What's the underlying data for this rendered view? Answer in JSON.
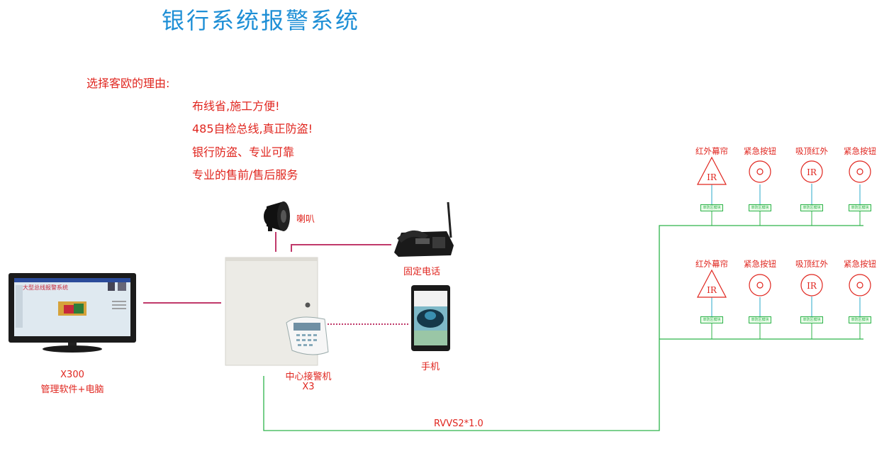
{
  "title": "银行系统报警系统",
  "reasons": {
    "heading": "选择客欧的理由:",
    "items": [
      "布线省,施工方便!",
      "485自检总线,真正防盗!",
      "银行防盗、专业可靠",
      "专业的售前/售后服务"
    ]
  },
  "monitor": {
    "screen_title": "大型总线报警系统",
    "model": "X300",
    "caption": "管理软件+电脑"
  },
  "horn_label": "喇叭",
  "phone_label": "固定电话",
  "mobile_label": "手机",
  "host": {
    "caption": "中心接警机",
    "model": "X3"
  },
  "cable_label": "RVVS2*1.0",
  "zone_rows": [
    {
      "devices": [
        {
          "label": "红外幕帘",
          "symbol": "IR",
          "shape": "triangle",
          "module": "单防区模块"
        },
        {
          "label": "紧急按钮",
          "symbol": "",
          "shape": "button",
          "module": "单防区模块"
        },
        {
          "label": "吸顶红外",
          "symbol": "IR",
          "shape": "circle",
          "module": "单防区模块"
        },
        {
          "label": "紧急按钮",
          "symbol": "",
          "shape": "button",
          "module": "单防区模块"
        }
      ]
    },
    {
      "devices": [
        {
          "label": "红外幕帘",
          "symbol": "IR",
          "shape": "triangle",
          "module": "单防区模块"
        },
        {
          "label": "紧急按钮",
          "symbol": "",
          "shape": "button",
          "module": "单防区模块"
        },
        {
          "label": "吸顶红外",
          "symbol": "IR",
          "shape": "circle",
          "module": "单防区模块"
        },
        {
          "label": "紧急按钮",
          "symbol": "",
          "shape": "button",
          "module": "单防区模块"
        }
      ]
    }
  ],
  "colors": {
    "title": "#1e8fd6",
    "text_red": "#e0261f",
    "bus_green": "#2db34a",
    "link_pink": "#c0396a",
    "detector_cyan": "#2aa9c9"
  }
}
